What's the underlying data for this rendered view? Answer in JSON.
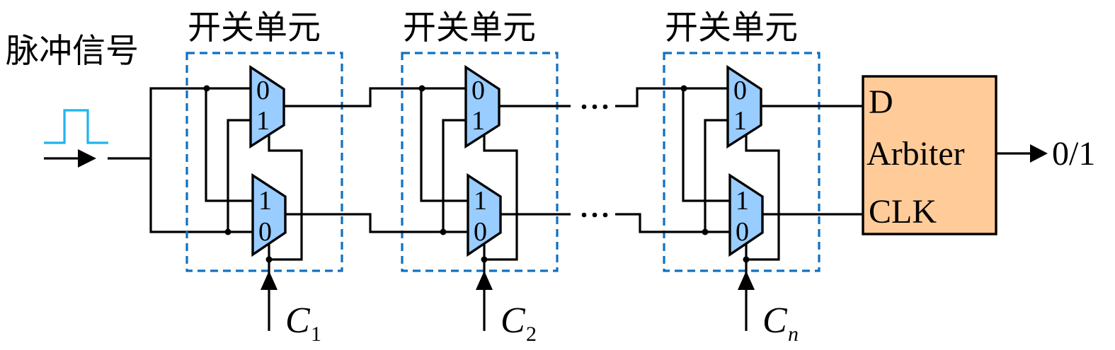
{
  "input": {
    "label": "脉冲信号",
    "waveform": "single-pulse",
    "pulse_color": "#1EB4EE"
  },
  "units": [
    {
      "title": "开关单元",
      "top_mux_inputs": [
        "0",
        "1"
      ],
      "bottom_mux_inputs": [
        "1",
        "0"
      ],
      "control": {
        "symbol": "C",
        "subscript": "1",
        "subscript_italic": false
      }
    },
    {
      "title": "开关单元",
      "top_mux_inputs": [
        "0",
        "1"
      ],
      "bottom_mux_inputs": [
        "1",
        "0"
      ],
      "control": {
        "symbol": "C",
        "subscript": "2",
        "subscript_italic": false
      }
    },
    {
      "title": "开关单元",
      "top_mux_inputs": [
        "0",
        "1"
      ],
      "bottom_mux_inputs": [
        "1",
        "0"
      ],
      "control": {
        "symbol": "C",
        "subscript": "n",
        "subscript_italic": true
      }
    }
  ],
  "ellipsis": "···",
  "arbiter": {
    "name": "Arbiter",
    "input_top": "D",
    "input_bottom": "CLK",
    "output_label": "0/1",
    "fill_color": "#FFCC99"
  },
  "colors": {
    "mux_fill": "#99CCFF",
    "unit_border": "#1070C0",
    "wire": "#000000"
  }
}
